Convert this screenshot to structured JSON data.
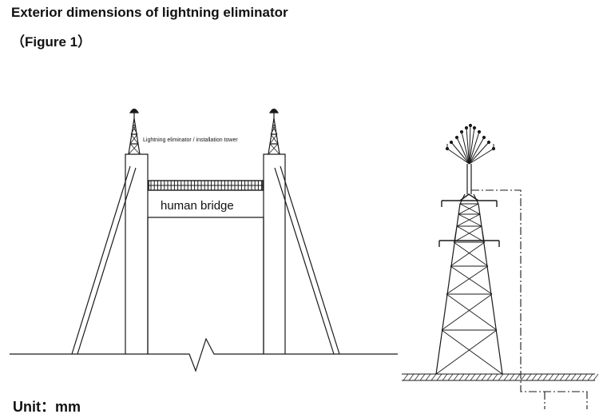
{
  "header": {
    "title": "Exterior dimensions of lightning eliminator",
    "subtitle": "（Figure 1）"
  },
  "labels": {
    "tower_label": "Lightning eliminator / installation tower",
    "bridge_label": "human bridge"
  },
  "footer": {
    "unit": "Unit：mm"
  },
  "colors": {
    "line": "#1a1a1a",
    "background": "#ffffff"
  }
}
